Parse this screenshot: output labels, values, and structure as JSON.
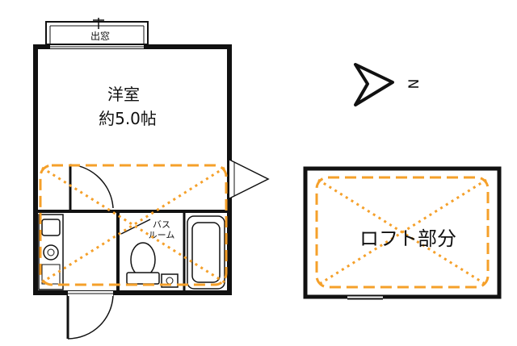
{
  "main_room": {
    "window_label": "出窓",
    "room_name": "洋室",
    "room_size": "約5.0帖"
  },
  "bath": {
    "label_line1": "バス",
    "label_line2": "ルーム"
  },
  "compass": {
    "direction_label": "N"
  },
  "loft": {
    "label": "ロフト部分"
  },
  "colors": {
    "wall": "#111111",
    "marking": "#f5a02a"
  }
}
